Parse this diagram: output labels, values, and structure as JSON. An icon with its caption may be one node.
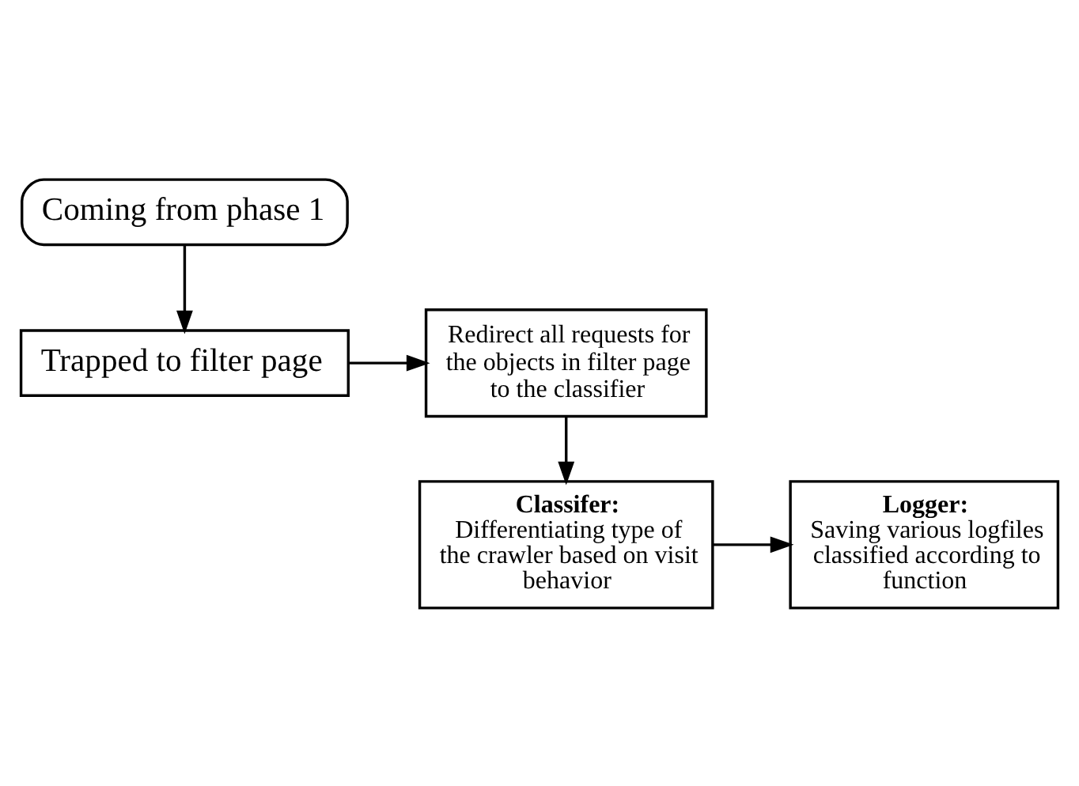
{
  "diagram": {
    "nodes": [
      {
        "text": [
          "Coming from phase 1"
        ]
      },
      {
        "text": [
          "Trapped to filter page"
        ]
      },
      {
        "text": [
          "Redirect all requests for the objects in filter page to the classifier"
        ]
      },
      {
        "text": [
          "Classifer:",
          "Differentiating type of the crawler based on visit behavior"
        ]
      },
      {
        "text": [
          "Logger:",
          "Saving various logfiles classified according to function"
        ]
      }
    ],
    "edges": [
      {
        "from": 0,
        "to": 1,
        "arrow": "to"
      },
      {
        "from": 1,
        "to": 2,
        "arrow": "to"
      },
      {
        "from": 2,
        "to": 3,
        "arrow": "to"
      },
      {
        "from": 3,
        "to": 4,
        "arrow": "to"
      }
    ]
  }
}
